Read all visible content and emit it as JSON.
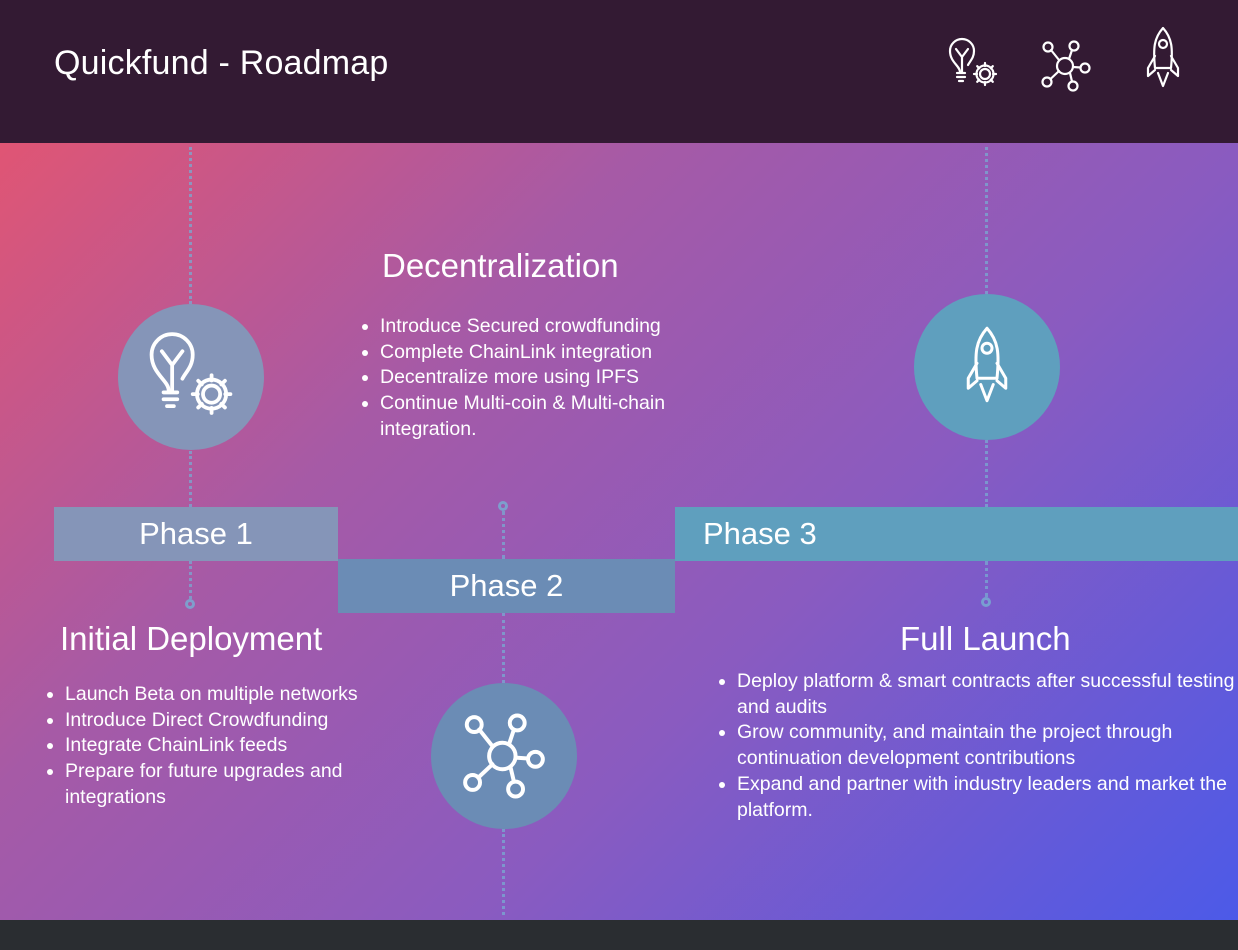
{
  "header": {
    "title": "Quickfund - Roadmap",
    "icons": [
      "bulb-gear-icon",
      "network-icon",
      "rocket-icon"
    ]
  },
  "colors": {
    "header_bg": "#331a33",
    "gradient_start": "#e05574",
    "gradient_end": "#4c5ae8",
    "phase1_bg": "#8595b8",
    "phase2_bg": "#6b8cb5",
    "phase3_bg": "#5f9fbe",
    "connector": "#78aad2"
  },
  "phases": [
    {
      "label": "Phase 1",
      "title": "Initial Deployment",
      "icon": "bulb-gear-icon",
      "items": [
        "Launch Beta on multiple networks",
        "Introduce Direct Crowdfunding",
        "Integrate ChainLink feeds",
        "Prepare for future upgrades and integrations"
      ]
    },
    {
      "label": "Phase 2",
      "title": "Decentralization",
      "icon": "network-icon",
      "items": [
        "Introduce Secured crowdfunding",
        "Complete ChainLink integration",
        "Decentralize more using IPFS",
        "Continue Multi-coin & Multi-chain integration."
      ]
    },
    {
      "label": "Phase 3",
      "title": "Full Launch",
      "icon": "rocket-icon",
      "items": [
        "Deploy platform & smart contracts after successful testing and audits",
        "Grow community, and maintain the project through continuation development contributions",
        "Expand and partner with industry leaders and market the platform."
      ]
    }
  ]
}
